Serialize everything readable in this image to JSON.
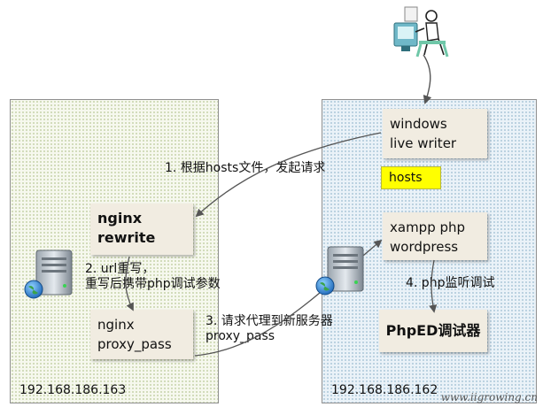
{
  "left_server": {
    "ip": "192.168.186.163",
    "nginx_rewrite": {
      "line1": "nginx",
      "line2": "rewrite"
    },
    "nginx_proxy": {
      "line1": "nginx",
      "line2": "proxy_pass"
    }
  },
  "right_server": {
    "ip": "192.168.186.162",
    "writer": {
      "line1": "windows",
      "line2": "live writer"
    },
    "hosts": "hosts",
    "xampp": {
      "line1": "xampp  php",
      "line2": "wordpress"
    },
    "phped": "PhpED调试器"
  },
  "steps": {
    "step1": "1. 根据hosts文件，发起请求",
    "step2_line1": "2. url重写，",
    "step2_line2": "重写后携带php调试参数",
    "step3_line1": "3. 请求代理到新服务器",
    "step3_line2": "proxy_pass",
    "step4": "4. php监听调试"
  },
  "watermark": "www.iigrowing.cn",
  "colors": {
    "left_panel": "#f6f8ee",
    "right_panel": "#eaf2f8",
    "box": "#f1ece1",
    "hosts": "#ffff00",
    "arrow": "#555555"
  },
  "icons": [
    "person-at-computer-icon",
    "server-icon",
    "globe-icon"
  ]
}
